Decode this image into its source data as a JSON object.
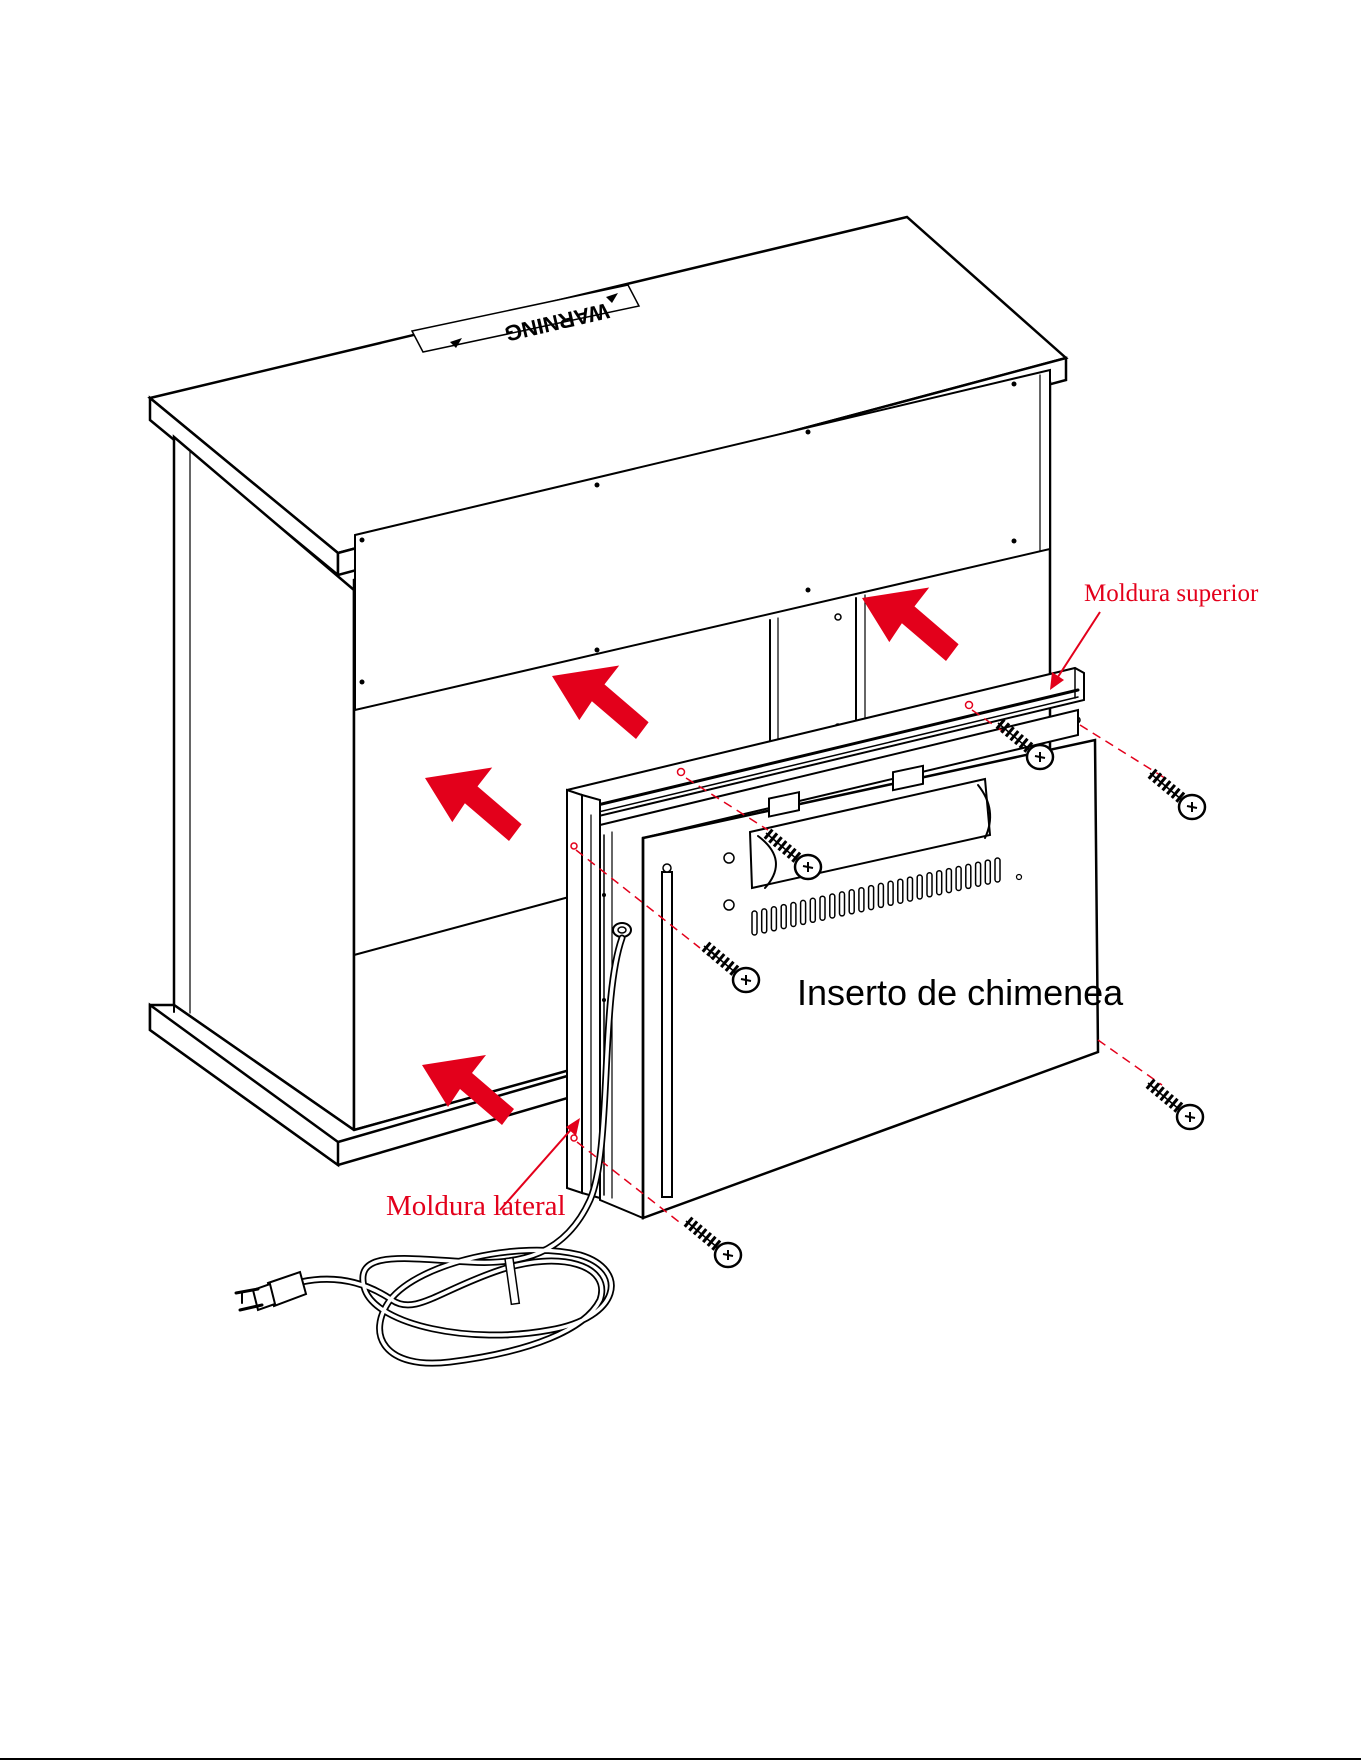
{
  "labels": {
    "top_trim": "Moldura superior",
    "side_trim": "Moldura lateral",
    "insert": "Inserto de chimenea",
    "warning": "WARNING"
  },
  "colors": {
    "arrow": "#e3001b",
    "label": "#e3001b",
    "line": "#000000"
  },
  "icons": [
    "push-arrow-icon",
    "screw-icon",
    "power-plug-icon"
  ]
}
